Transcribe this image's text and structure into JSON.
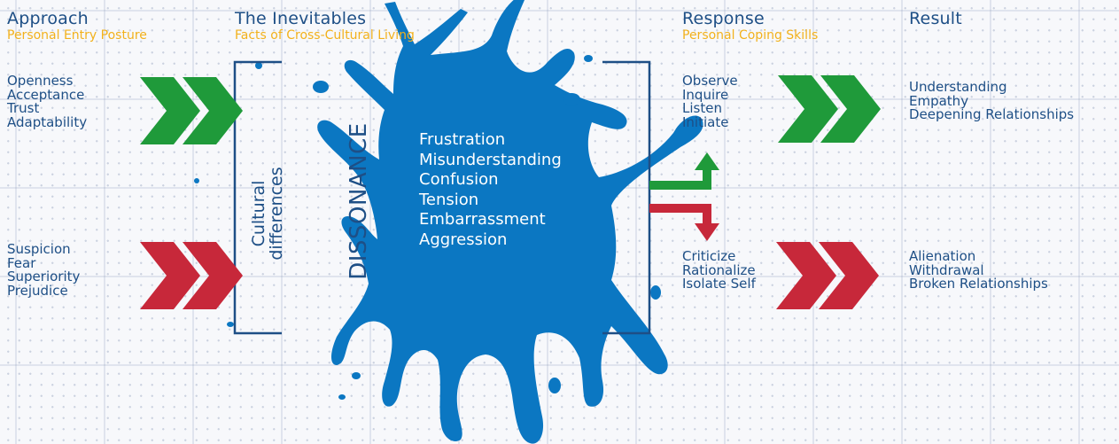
{
  "columns": {
    "approach": {
      "title": "Approach",
      "subtitle": "Personal Entry Posture"
    },
    "inevitables": {
      "title": "The Inevitables",
      "subtitle": "Facts of Cross-Cultural Living"
    },
    "response": {
      "title": "Response",
      "subtitle": "Personal Coping Skills"
    },
    "result": {
      "title": "Result"
    }
  },
  "approach_positive": [
    "Openness",
    "Acceptance",
    "Trust",
    "Adaptability"
  ],
  "approach_negative": [
    "Suspicion",
    "Fear",
    "Superiority",
    "Prejudice"
  ],
  "bracket_label_line1": "Cultural",
  "bracket_label_line2": "differences",
  "dissonance_label": "DISSONANCE",
  "dissonance_items": [
    "Frustration",
    "Misunderstanding",
    "Confusion",
    "Tension",
    "Embarrassment",
    "Aggression"
  ],
  "response_positive": [
    "Observe",
    "Inquire",
    "Listen",
    "Initiate"
  ],
  "response_negative": [
    "Criticize",
    "Rationalize",
    "Isolate Self"
  ],
  "result_positive": [
    "Understanding",
    "Empathy",
    "Deepening Relationships"
  ],
  "result_negative": [
    "Alienation",
    "Withdrawal",
    "Broken Relationships"
  ],
  "colors": {
    "blue": "#0b77c2",
    "navy": "#1e4f86",
    "green": "#1f9a3a",
    "red": "#c7283a",
    "yellow": "#f2b11c"
  }
}
